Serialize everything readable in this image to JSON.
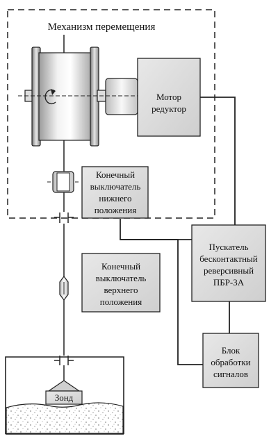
{
  "diagram": {
    "title": "Механизм перемещения",
    "motor": [
      "Мотор",
      "редуктор"
    ],
    "limit_lower": [
      "Конечный",
      "выключатель",
      "нижнего",
      "положения"
    ],
    "limit_upper": [
      "Конечный",
      "выключатель",
      "верхнего",
      "положения"
    ],
    "starter": [
      "Пускатель",
      "бесконтактный",
      "реверсивный",
      "ПБР-3А"
    ],
    "signal_unit": [
      "Блок",
      "обработки",
      "сигналов"
    ],
    "probe": "Зонд"
  }
}
